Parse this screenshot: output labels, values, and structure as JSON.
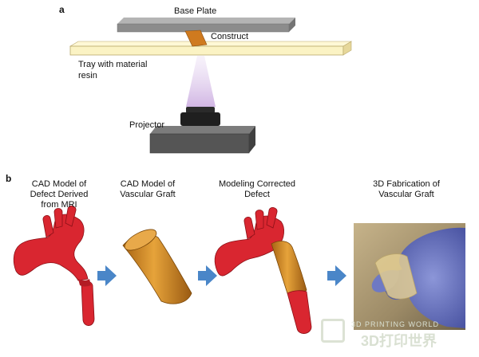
{
  "panel_a": {
    "label": "a",
    "base_plate": "Base Plate",
    "construct": "Construct",
    "tray_line1": "Tray with material",
    "tray_line2": "resin",
    "projector": "Projector"
  },
  "panel_b": {
    "label": "b",
    "steps": [
      {
        "lines": [
          "CAD Model of",
          "Defect Derived",
          "from MRI"
        ]
      },
      {
        "lines": [
          "CAD Model of",
          "Vascular Graft"
        ]
      },
      {
        "lines": [
          "Modeling Corrected",
          "Defect"
        ]
      },
      {
        "lines": [
          "3D Fabrication of",
          "Vascular Graft"
        ]
      }
    ]
  },
  "watermark": {
    "line1": "3D PRINTING WORLD",
    "line2": "3D打印世界"
  },
  "colors": {
    "plate": "#8c8c8c",
    "tray": "#fbf3c4",
    "construct": "#cf7a1f",
    "beam": "#d9c3ea",
    "projector": "#1f1f1f",
    "vessel_red": "#d92630",
    "graft_orange": "#d4901f",
    "arrow_blue": "#4a86c8",
    "glove": "#6e79c4"
  }
}
